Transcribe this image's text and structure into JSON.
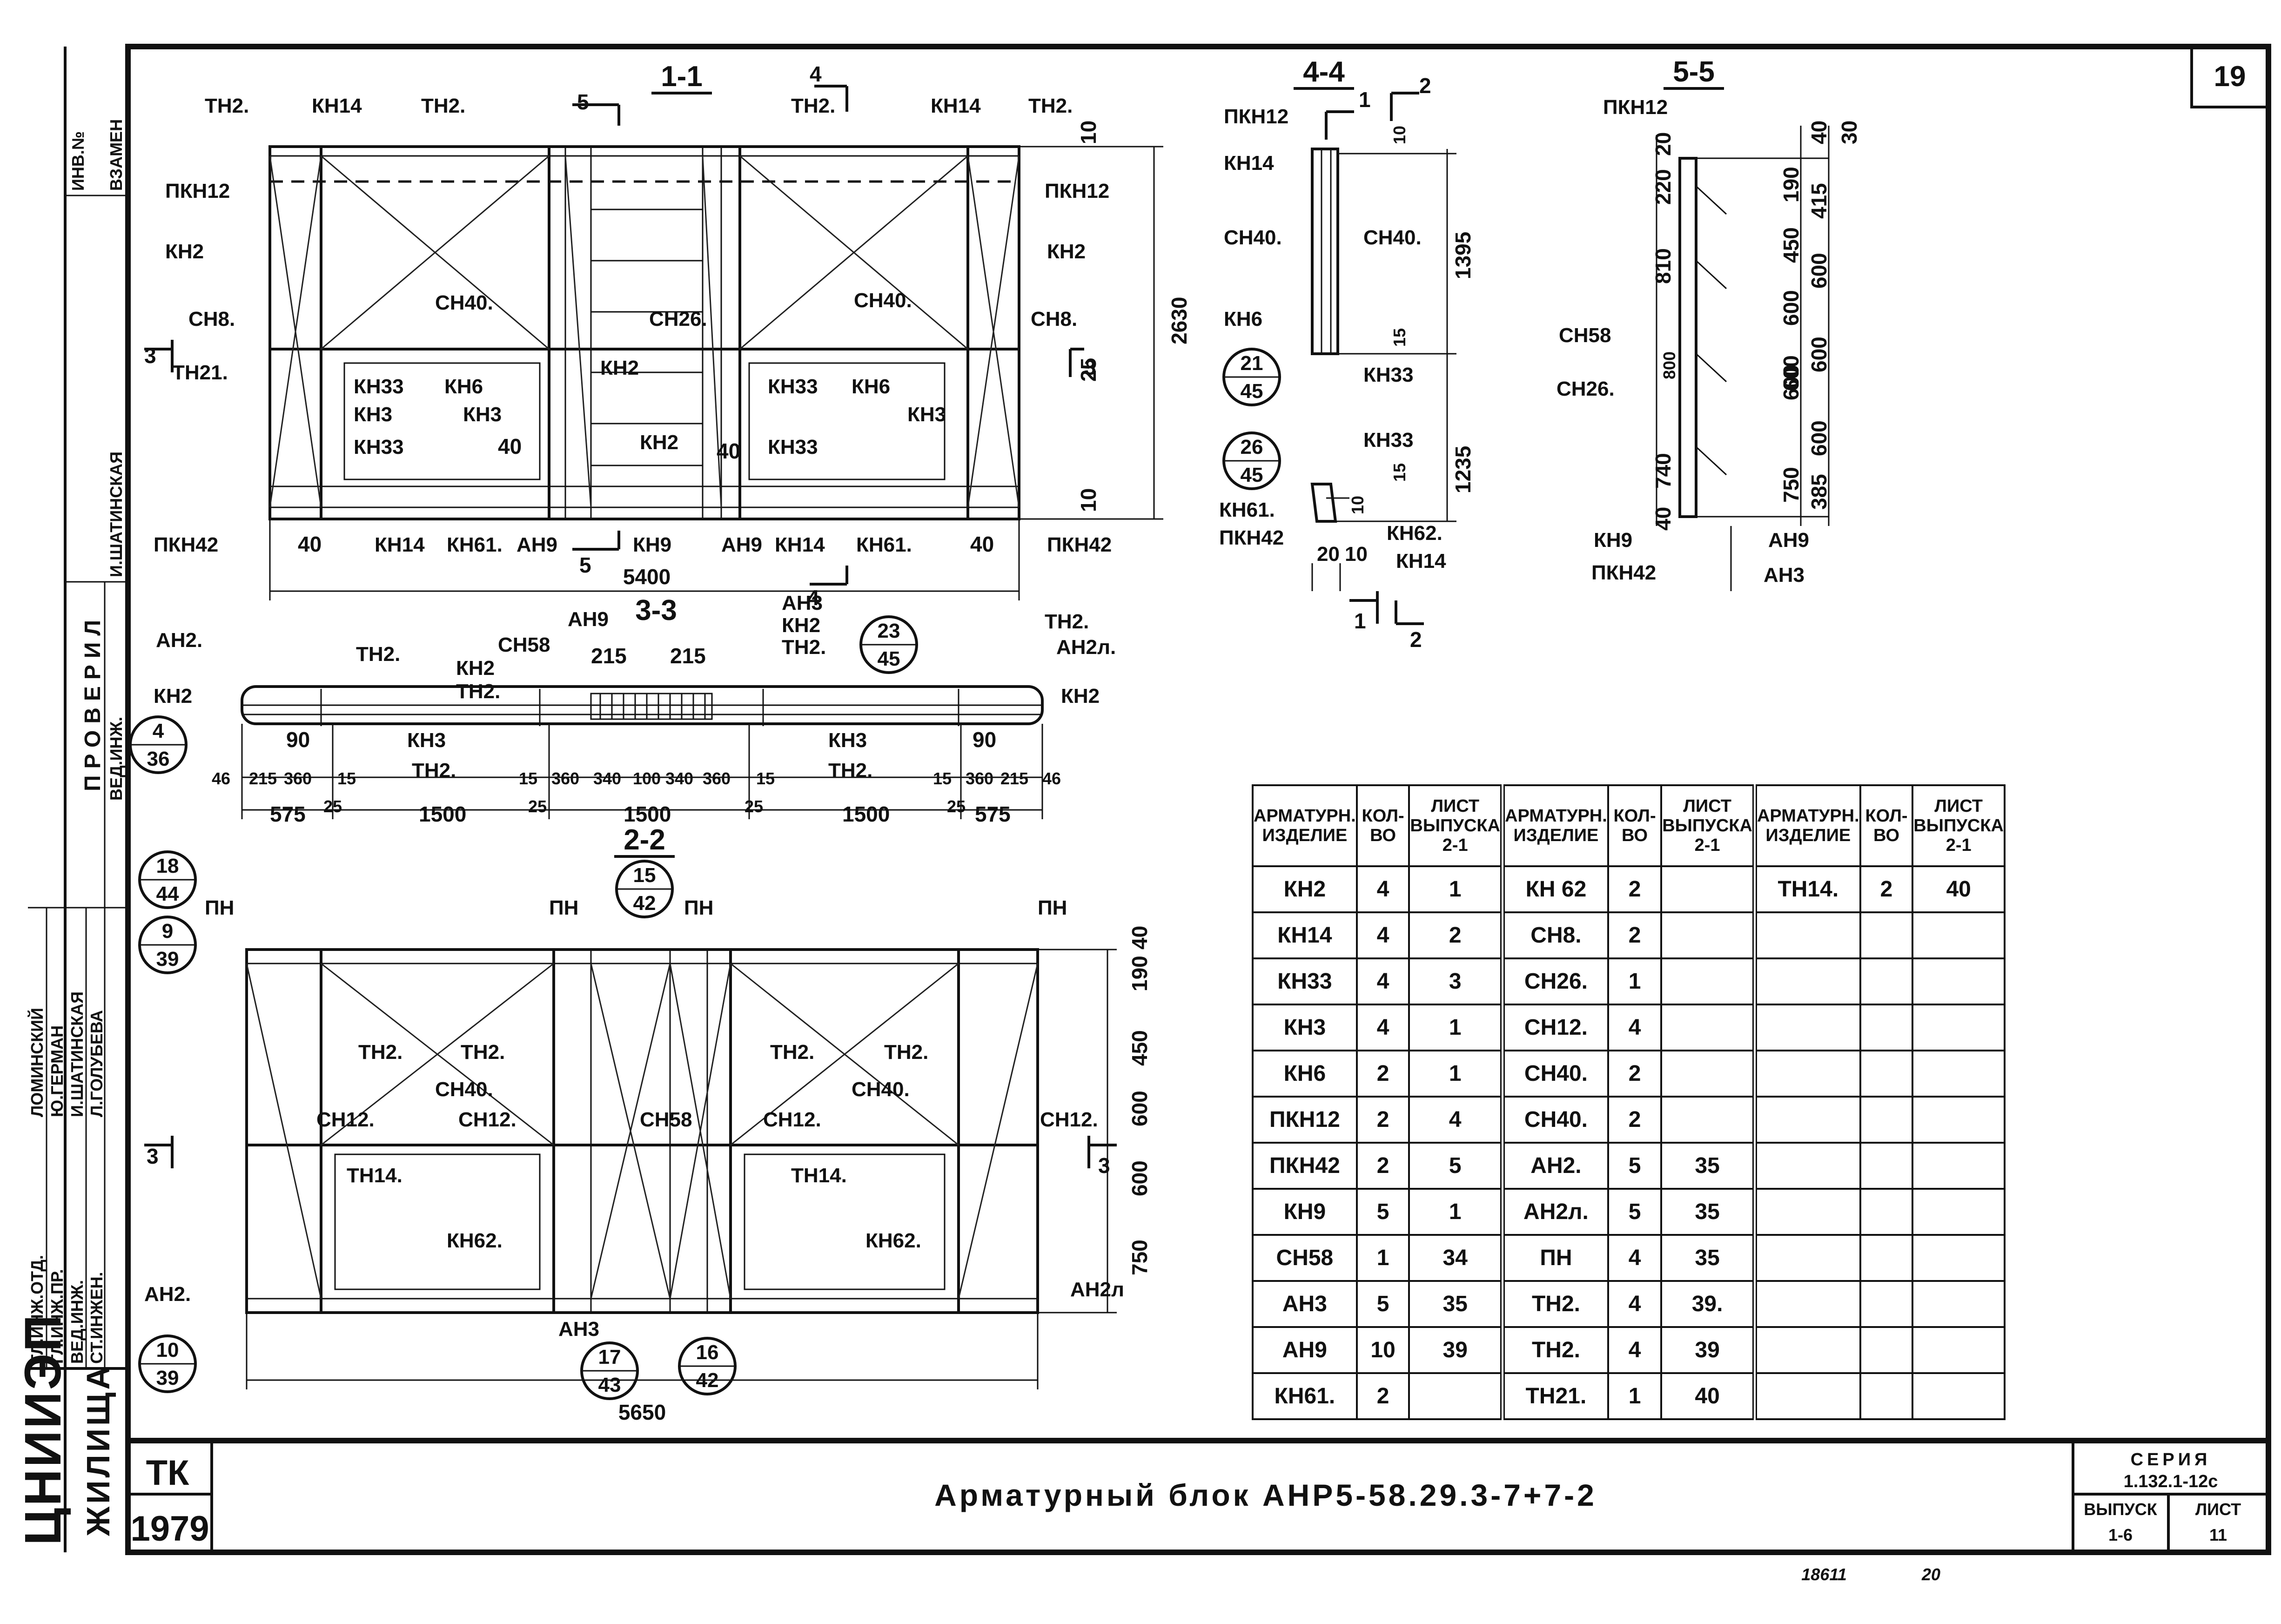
{
  "sheet": {
    "page_number": "19",
    "title": "Арматурный блок АНР5-58.29.3-7+7-2",
    "stamp_org": "ЦНИИЭП",
    "stamp_dept": "ЖИЛИЩА",
    "tk": "ТК",
    "year": "1979",
    "series_label": "СЕРИЯ",
    "series_value": "1.132.1-12с",
    "issue_label": "ВЫПУСК",
    "issue_value": "1-6",
    "list_label": "ЛИСТ",
    "list_value": "11",
    "footer_code": "18611",
    "footer_num": "20"
  },
  "left_stamp": {
    "inv": "ИНВ.№",
    "vzamen": "ВЗАМЕН",
    "checked": "ПРОВЕРИЛ",
    "checked_name": "И.ШАТИНСКАЯ",
    "roles": [
      "ГЛ.ИНЖ.ОТД.",
      "ГЛ.ИНЖ.ПР.",
      "ВЕД.ИНЖ.",
      "СТ.ИНЖЕН."
    ],
    "names": [
      "ЛОМИНСКИЙ",
      "Ю.ГЕРМАН",
      "И.ШАТИНСКАЯ",
      "Л.ГОЛУБЕВА"
    ],
    "ved_inzh": "ВЕД.ИНЖ."
  },
  "section_titles": {
    "s11": "1-1",
    "s22": "2-2",
    "s33": "3-3",
    "s44": "4-4",
    "s55": "5-5"
  },
  "view11": {
    "labels": [
      "ТН2.",
      "КН14",
      "ТН2.",
      "ТН2.",
      "КН14",
      "ТН2.",
      "ПКН12",
      "ПКН12",
      "КН2",
      "КН2",
      "СН8.",
      "СН8.",
      "СН40.",
      "СН26.",
      "СН40.",
      "ТН21.",
      "КН2",
      "КН33",
      "КН6",
      "КН3",
      "КН3",
      "КН33",
      "КН6",
      "КН3",
      "КН33",
      "КН2",
      "КН33",
      "ПКН42",
      "ПКН42",
      "КН14",
      "КН61.",
      "АН9",
      "КН9",
      "АН9",
      "КН14",
      "КН61."
    ],
    "dims": [
      "10",
      "2630",
      "25",
      "40",
      "40",
      "10",
      "40",
      "40",
      "5400"
    ],
    "cut_marks": [
      "5",
      "4",
      "3",
      "3",
      "5",
      "4"
    ]
  },
  "view33": {
    "labels": [
      "СН58",
      "КН2",
      "ТН2.",
      "АН9",
      "АН3",
      "КН2",
      "ТН2.",
      "ТН2.",
      "АН2.",
      "АН2л.",
      "КН2",
      "КН2",
      "ТН2.",
      "КН3",
      "КН3",
      "ТН2.",
      "ТН2."
    ],
    "dims_top": [
      "215",
      "215"
    ],
    "dims_row1": [
      "46",
      "215",
      "360",
      "15",
      "15",
      "360",
      "340",
      "100",
      "340",
      "360",
      "15",
      "15",
      "360",
      "215",
      "46"
    ],
    "dims_row1b": [
      "90",
      "90"
    ],
    "dims_row2": [
      "575",
      "25",
      "1500",
      "25",
      "1500",
      "25",
      "1500",
      "25",
      "575"
    ],
    "bubbles": [
      [
        "4",
        "36"
      ],
      [
        "23",
        "45"
      ]
    ]
  },
  "view22": {
    "labels": [
      "ПН",
      "ПН",
      "ПН",
      "ПН",
      "ТН2.",
      "ТН2.",
      "ТН2.",
      "ТН2.",
      "СН40.",
      "СН40.",
      "СН12.",
      "СН12.",
      "СН58",
      "СН12.",
      "СН12.",
      "ТН14.",
      "ТН14.",
      "КН62.",
      "КН62.",
      "АН2.",
      "АН2л",
      "АН3"
    ],
    "dims": [
      "40",
      "190",
      "450",
      "600",
      "600",
      "750",
      "5650"
    ],
    "bubbles": [
      [
        "18",
        "44"
      ],
      [
        "9",
        "39"
      ],
      [
        "15",
        "42"
      ],
      [
        "10",
        "39"
      ],
      [
        "17",
        "43"
      ],
      [
        "16",
        "42"
      ]
    ],
    "cut_marks": [
      "3",
      "3"
    ]
  },
  "view44": {
    "labels": [
      "ПКН12",
      "КН14",
      "СН40.",
      "СН40.",
      "КН6",
      "КН33",
      "КН33",
      "КН61.",
      "КН62.",
      "ПКН42",
      "КН14"
    ],
    "dims": [
      "10",
      "1395",
      "15",
      "1235",
      "15",
      "10",
      "20",
      "10"
    ],
    "bubbles": [
      [
        "21",
        "45"
      ],
      [
        "26",
        "45"
      ]
    ],
    "cut_marks": [
      "1",
      "2",
      "1",
      "2"
    ]
  },
  "view55": {
    "labels": [
      "ПКН12",
      "СН58",
      "СН26.",
      "КН9",
      "ПКН42",
      "АН9",
      "АН3"
    ],
    "dims_left": [
      "20",
      "220",
      "810",
      "800",
      "740",
      "40"
    ],
    "dims_mid": [
      "190",
      "450",
      "600",
      "600",
      "600",
      "750"
    ],
    "dims_right": [
      "40",
      "30",
      "415",
      "600",
      "600",
      "600",
      "385"
    ]
  },
  "spec_table": {
    "headers": [
      "АРМАТУРН. ИЗДЕЛИЕ",
      "КОЛ-ВО",
      "ЛИСТ ВЫПУСКА 2-1",
      "АРМАТУРН. ИЗДЕЛИЕ",
      "КОЛ-ВО",
      "ЛИСТ ВЫПУСКА 2-1",
      "АРМАТУРН. ИЗДЕЛИЕ",
      "КОЛ-ВО",
      "ЛИСТ ВЫПУСКА 2-1"
    ],
    "rows": [
      [
        "КН2",
        "4",
        "1",
        "КН 62",
        "2",
        "",
        "ТН14.",
        "2",
        "40"
      ],
      [
        "КН14",
        "4",
        "2",
        "СН8.",
        "2",
        "",
        "",
        "",
        ""
      ],
      [
        "КН33",
        "4",
        "3",
        "СН26.",
        "1",
        "",
        "",
        "",
        ""
      ],
      [
        "КН3",
        "4",
        "1",
        "СН12.",
        "4",
        "",
        "",
        "",
        ""
      ],
      [
        "КН6",
        "2",
        "1",
        "СН40.",
        "2",
        "",
        "",
        "",
        ""
      ],
      [
        "ПКН12",
        "2",
        "4",
        "СН40.",
        "2",
        "",
        "",
        "",
        ""
      ],
      [
        "ПКН42",
        "2",
        "5",
        "АН2.",
        "5",
        "35",
        "",
        "",
        ""
      ],
      [
        "КН9",
        "5",
        "1",
        "АН2л.",
        "5",
        "35",
        "",
        "",
        ""
      ],
      [
        "СН58",
        "1",
        "34",
        "ПН",
        "4",
        "35",
        "",
        "",
        ""
      ],
      [
        "АН3",
        "5",
        "35",
        "ТН2.",
        "4",
        "39.",
        "",
        "",
        ""
      ],
      [
        "АН9",
        "10",
        "39",
        "ТН2.",
        "4",
        "39",
        "",
        "",
        ""
      ],
      [
        "КН61.",
        "2",
        "",
        "ТН21.",
        "1",
        "40",
        "",
        "",
        ""
      ]
    ]
  }
}
